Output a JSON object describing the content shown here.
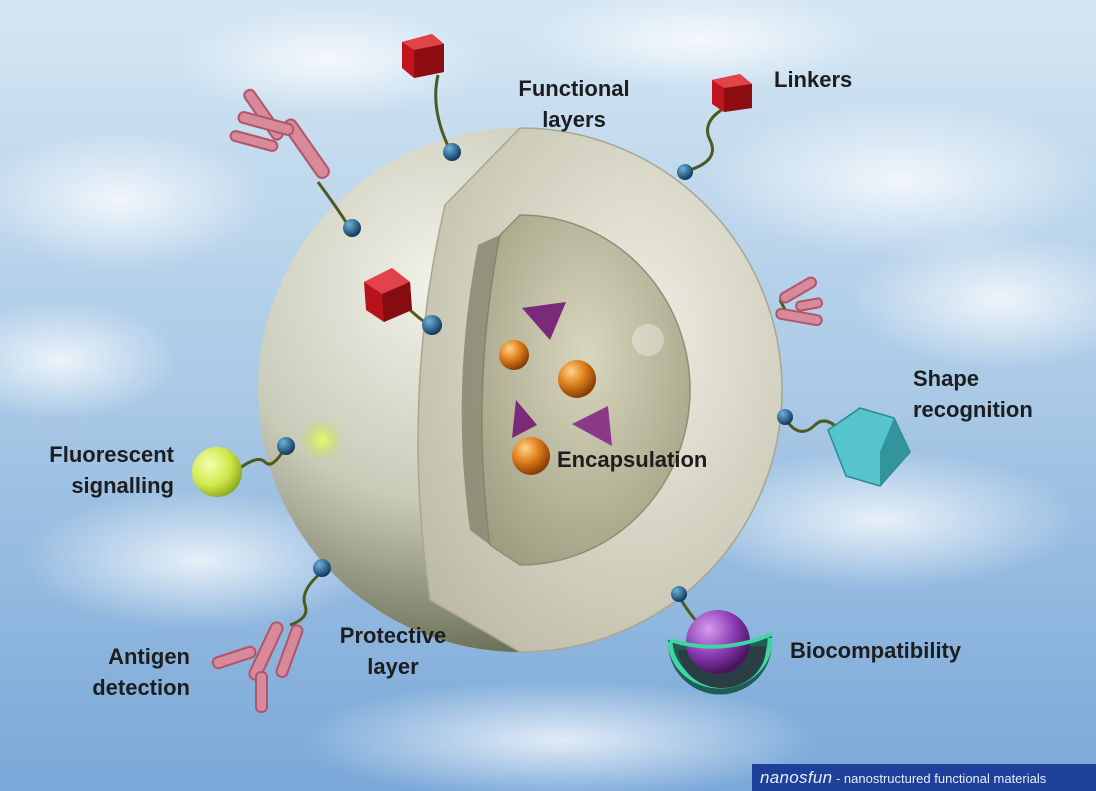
{
  "labels": {
    "functional_layers": [
      "Functional",
      "layers"
    ],
    "linkers": "Linkers",
    "shape_recognition": [
      "Shape",
      "recognition"
    ],
    "encapsulation": "Encapsulation",
    "fluorescent_signalling": [
      "Fluorescent",
      "signalling"
    ],
    "biocompatibility": "Biocompatibility",
    "protective_layer": [
      "Protective",
      "layer"
    ],
    "antigen_detection": [
      "Antigen",
      "detection"
    ]
  },
  "credit": {
    "brand": "nanosfun",
    "text": " - nanostructured functional materials",
    "background": "#1e3f9a"
  },
  "colors": {
    "sky": "#a9c9e6",
    "sphere_shell": "#d9d9c8",
    "core": "#c9c6a8",
    "linker_cube": "#c2141c",
    "antibody": "#d98a9a",
    "anchor_bead": "#1f5c8a",
    "fluorescent_bead": "#cfe84a",
    "hexagon": "#55c4cc",
    "biocompat_ball": "#8a3ab0",
    "nanoparticle": "#e0821e",
    "triangle": "#7a2a78"
  },
  "icons": [
    "linker-cube-icon",
    "antibody-icon",
    "anchor-bead-icon",
    "fluorescent-bead-icon",
    "hexagon-icon",
    "biocompat-cup-icon",
    "nanoparticle-icon",
    "triangle-icon"
  ]
}
